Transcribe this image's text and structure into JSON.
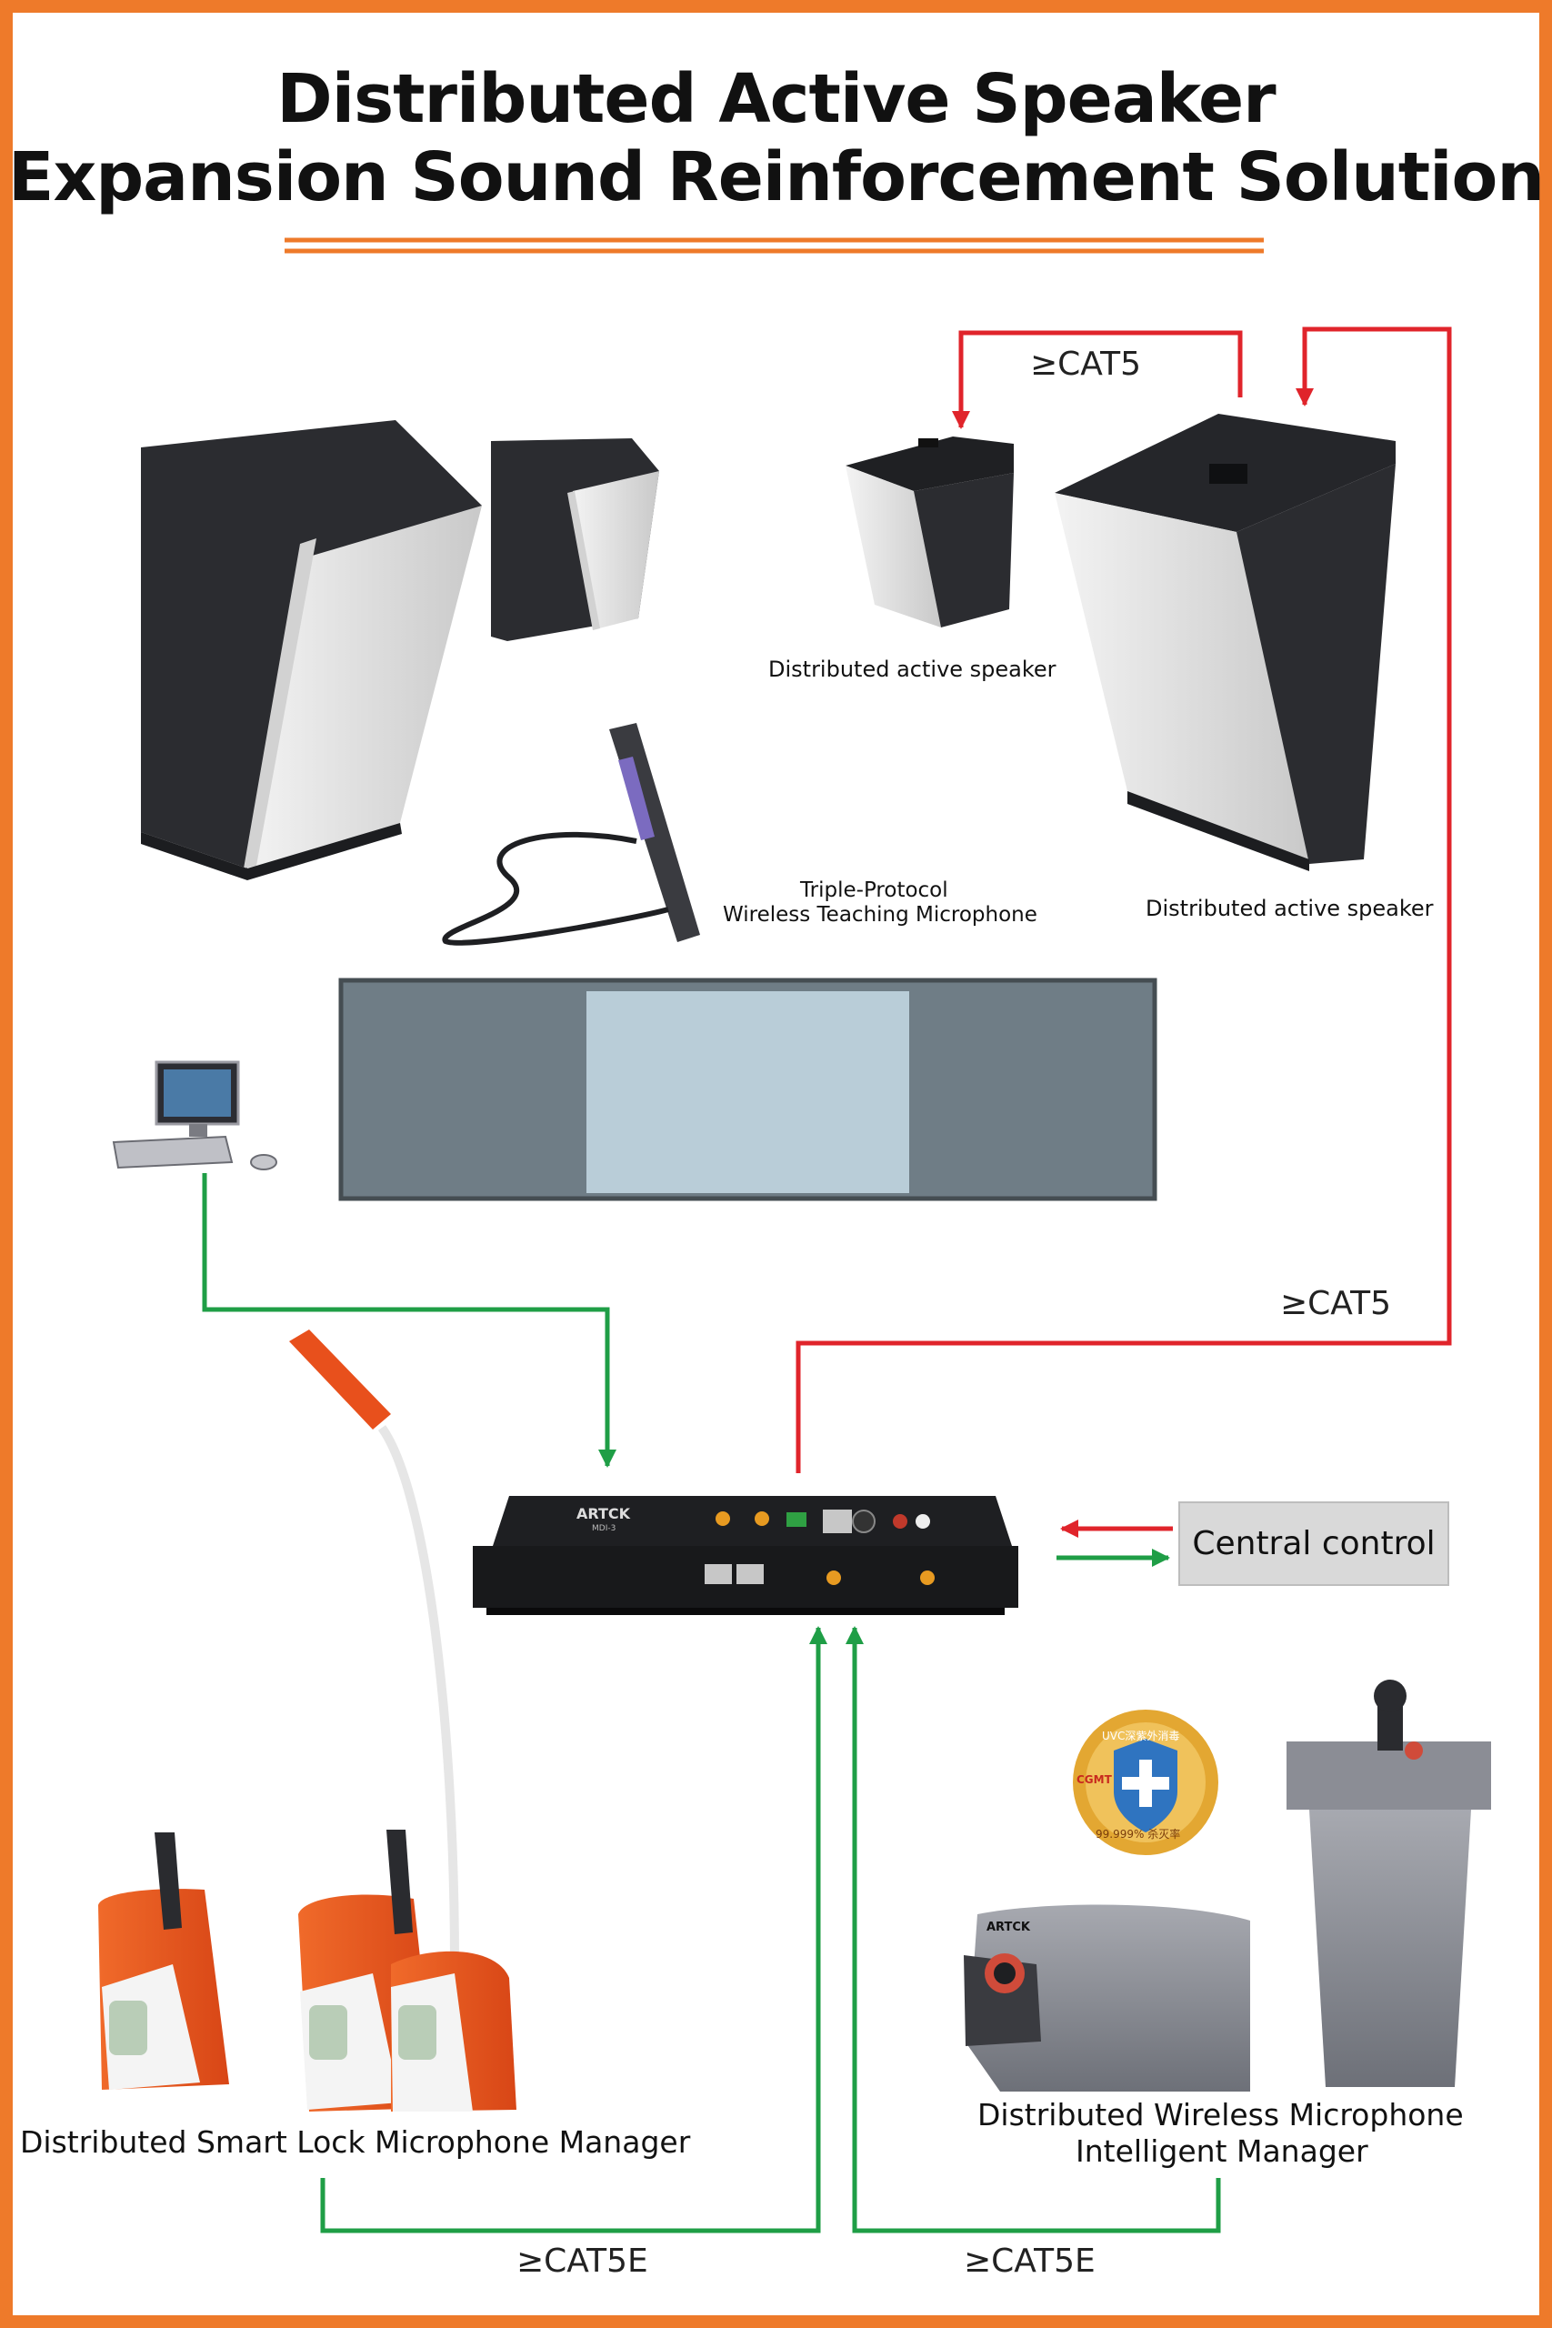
{
  "title": {
    "line1": "Distributed Active Speaker",
    "line2": "Expansion Sound Reinforcement Solution"
  },
  "labels": {
    "speaker_small": "Distributed active speaker",
    "speaker_large": "Distributed active speaker",
    "mic_line1": "Triple-Protocol",
    "mic_line2": "Wireless Teaching Microphone",
    "central_control": "Central control",
    "smart_lock_manager": "Distributed Smart Lock Microphone Manager",
    "wireless_manager_line1": "Distributed Wireless Microphone",
    "wireless_manager_line2": "Intelligent Manager",
    "device_brand": "ARTCK",
    "device_model": "MDI-3",
    "badge_top": "UVC深紫外消毒",
    "badge_left": "CGMT",
    "badge_bottom": "99.999% 杀灭率",
    "wireless_brand": "ARTCK"
  },
  "cables": {
    "top_cat5": "≥CAT5",
    "right_cat5": "≥CAT5",
    "bottom_left_cat5e": "≥CAT5E",
    "bottom_right_cat5e": "≥CAT5E"
  },
  "colors": {
    "frame": "#ee7a2a",
    "title_rule": "#ee7a2a",
    "red_link": "#e0242b",
    "green_link": "#1f9e46",
    "board": "#6f7d86",
    "board_screen": "#b9cdd8",
    "mic_manager": "#e8501c"
  }
}
